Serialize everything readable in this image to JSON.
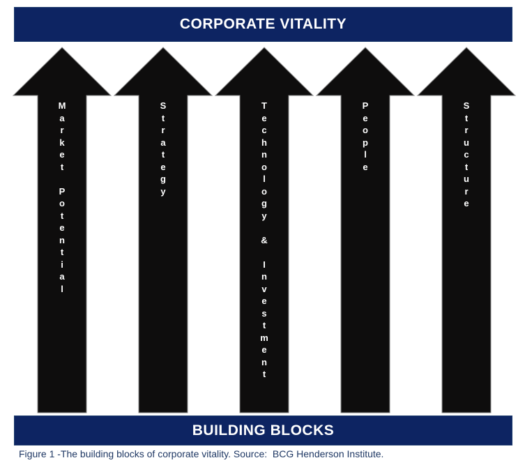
{
  "header": {
    "label": "CORPORATE VITALITY"
  },
  "footer": {
    "label": "BUILDING BLOCKS"
  },
  "arrows": [
    {
      "label": "Market Potential"
    },
    {
      "label": "Strategy"
    },
    {
      "label": "Technology & Investment"
    },
    {
      "label": "People"
    },
    {
      "label": "Structure"
    }
  ],
  "caption": "Figure 1 -The building blocks of corporate vitality. Source:  BCG Henderson Institute.",
  "icons": [
    {
      "name": "up-arrow-icon",
      "meaning": "building block pillar pointing up toward corporate vitality"
    }
  ],
  "colors": {
    "background": "#ffffff",
    "banner": "#0d2462",
    "banner_border": "#203e6f",
    "banner_text": "#ffffff",
    "arrow": "#0e0d0d",
    "arrow_outline": "#8a8a8a",
    "label_text": "#ffffff",
    "caption_text": "#1f3864"
  }
}
